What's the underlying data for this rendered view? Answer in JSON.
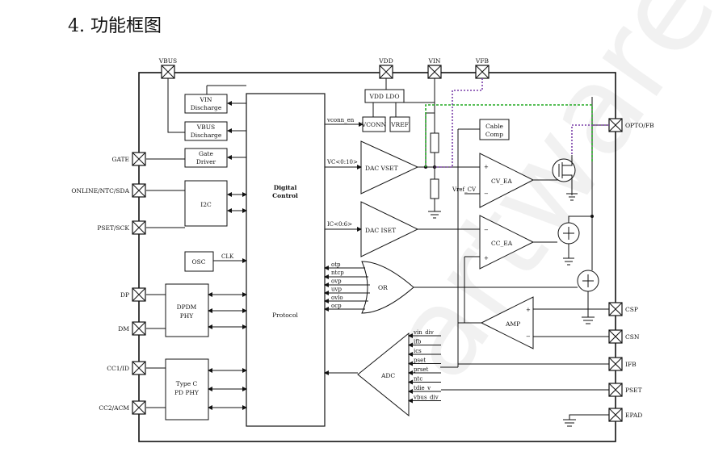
{
  "title": "4. 功能框图",
  "pins": {
    "vbus": "VBUS",
    "vdd": "VDD",
    "vin": "VIN",
    "vfb": "VFB",
    "gate": "GATE",
    "online": "ONLINE/NTC/SDA",
    "pset_scl": "PSET/SCK",
    "dp": "DP",
    "dm": "DM",
    "cc1": "CC1/ID",
    "cc2": "CC2/ACM",
    "opto": "OPTO/FB",
    "csp": "CSP",
    "csn": "CSN",
    "ifb": "IFB",
    "pset": "PSET",
    "epad": "EPAD"
  },
  "blocks": {
    "vin_dis_1": "VIN",
    "vin_dis_2": "Discharge",
    "vbus_dis_1": "VBUS",
    "vbus_dis_2": "Discharge",
    "gate_drv_1": "Gate",
    "gate_drv_2": "Driver",
    "i2c": "I2C",
    "osc": "OSC",
    "clk": "CLK",
    "dpdm_1": "DPDM",
    "dpdm_2": "PHY",
    "typec_1": "Type C",
    "typec_2": "PD PHY",
    "digital_1": "Digital",
    "digital_2": "Control",
    "protocol": "Protocol",
    "vdd_ldo": "VDD LDO",
    "vconn": "VCONN",
    "vref": "VREF",
    "cable_1": "Cable",
    "cable_2": "Comp",
    "dac_vset": "DAC VSET",
    "dac_iset": "DAC ISET",
    "cv_ea": "CV_EA",
    "cc_ea": "CC_EA",
    "or": "OR",
    "amp": "AMP",
    "adc": "ADC",
    "vref_cv": "Vref_CV"
  },
  "signals": {
    "vconn_en": "vconn_en",
    "vc": "VC<0:10>",
    "ic": "IC<0:6>",
    "prot": [
      "otp",
      "ntcp",
      "ovp",
      "uvp",
      "ovlo",
      "ocp"
    ],
    "adc_in": [
      "vin_div",
      "ifb",
      "ics",
      "pset",
      "prset",
      "ntc",
      "tdie_v",
      "vbus_div"
    ]
  },
  "colors": {
    "green_dash": "#22aa22",
    "purple_dash": "#7a3ea8"
  }
}
